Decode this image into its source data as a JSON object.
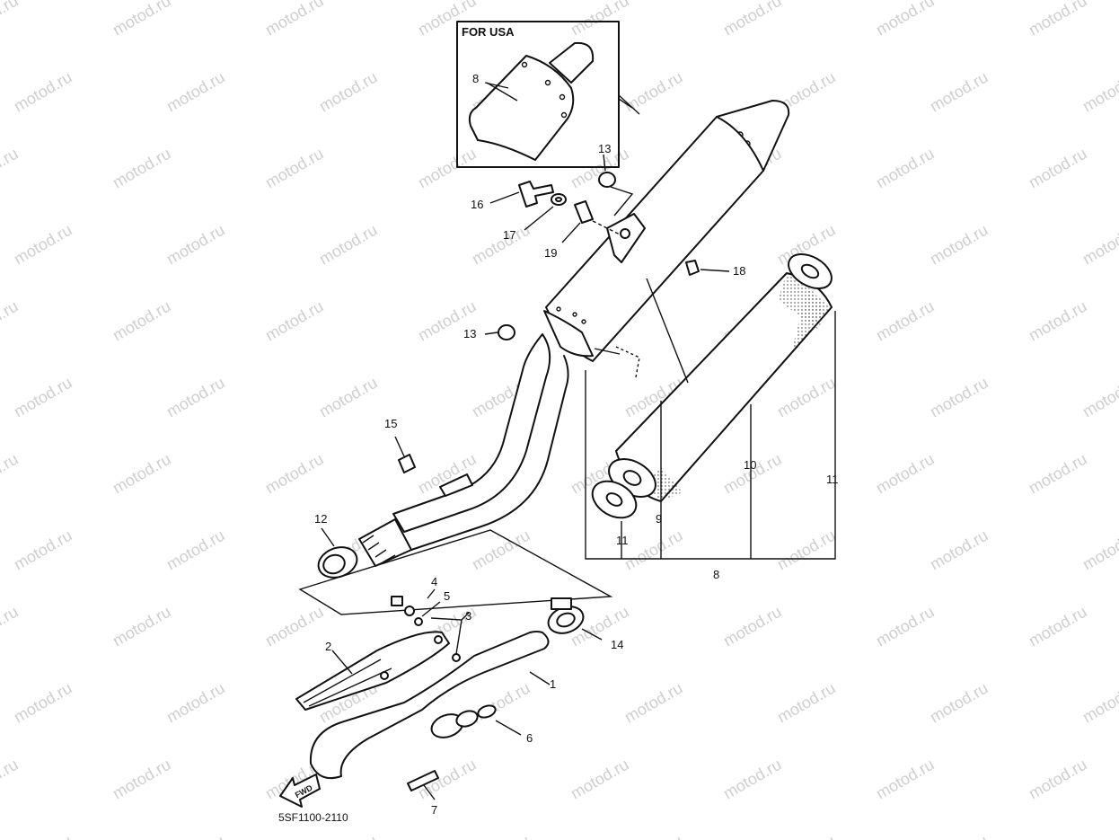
{
  "watermark": "motod.ru",
  "inset": {
    "title": "FOR USA"
  },
  "fwd_label": "FWD",
  "diagram_code": "5SF1100-2110",
  "callouts": {
    "c1": "1",
    "c2": "2",
    "c3": "3",
    "c4": "4",
    "c5": "5",
    "c6": "6",
    "c7": "7",
    "c8_inset": "8",
    "c8_bottom": "8",
    "c9": "9",
    "c10": "10",
    "c11_right": "11",
    "c11_left": "11",
    "c12": "12",
    "c13_top": "13",
    "c13_mid": "13",
    "c14": "14",
    "c15": "15",
    "c16": "16",
    "c17": "17",
    "c18": "18",
    "c19": "19"
  },
  "colors": {
    "ink": "#111111",
    "watermark": "#cfcfcf",
    "background": "#ffffff"
  }
}
